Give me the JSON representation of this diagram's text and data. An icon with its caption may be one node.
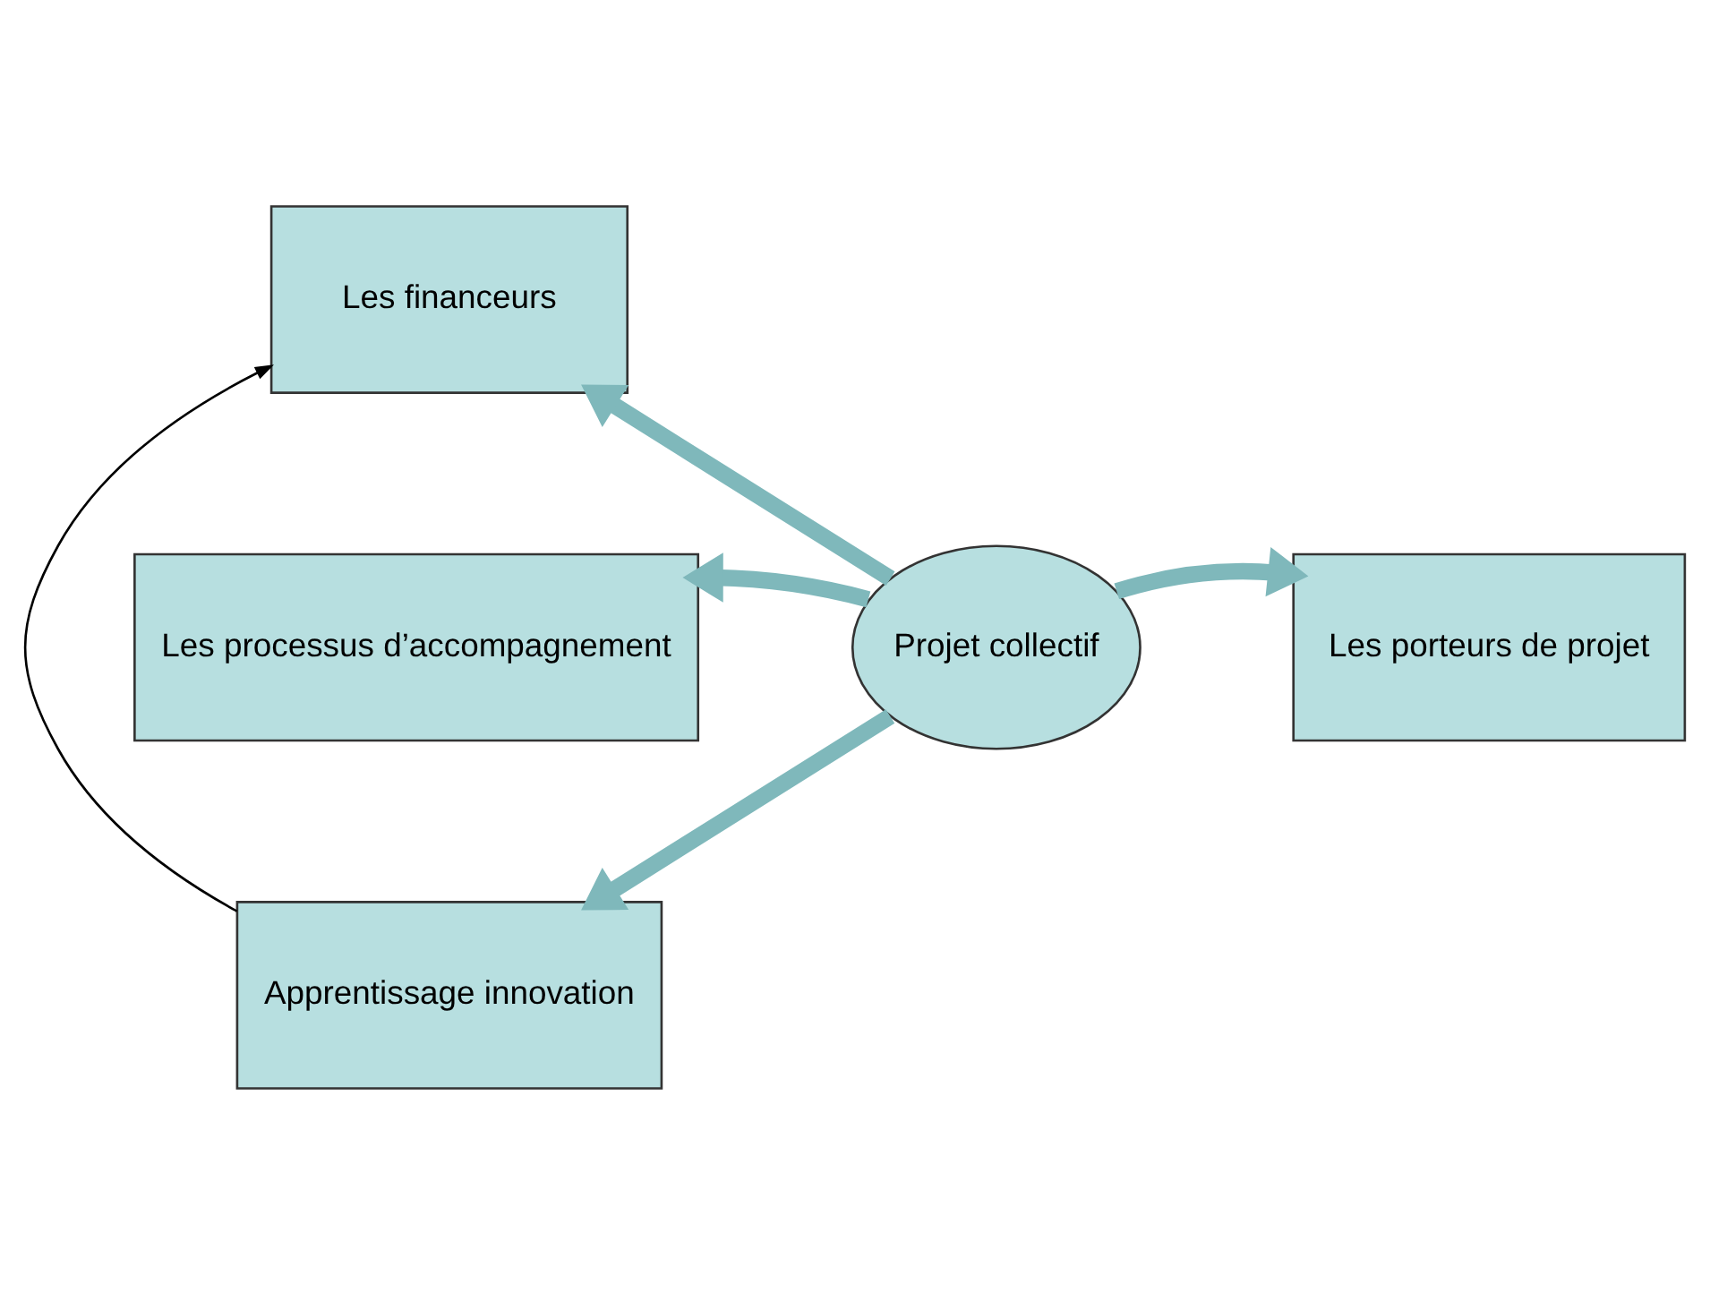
{
  "diagram": {
    "nodes": [
      {
        "text": [
          "Les financeurs"
        ]
      },
      {
        "text": [
          "Les processus d’accompagnement"
        ]
      },
      {
        "text": [
          "Projet collectif"
        ]
      },
      {
        "text": [
          "Les porteurs de projet"
        ]
      },
      {
        "text": [
          "Apprentissage innovation"
        ]
      }
    ],
    "edges": [
      {
        "from": 2,
        "to": 0,
        "arrow": "to"
      },
      {
        "from": 2,
        "to": 1,
        "arrow": "to"
      },
      {
        "from": 2,
        "to": 3,
        "arrow": "to"
      },
      {
        "from": 2,
        "to": 4,
        "arrow": "to"
      },
      {
        "from": 4,
        "to": 0,
        "arrow": "to",
        "color": "#000000"
      }
    ]
  }
}
